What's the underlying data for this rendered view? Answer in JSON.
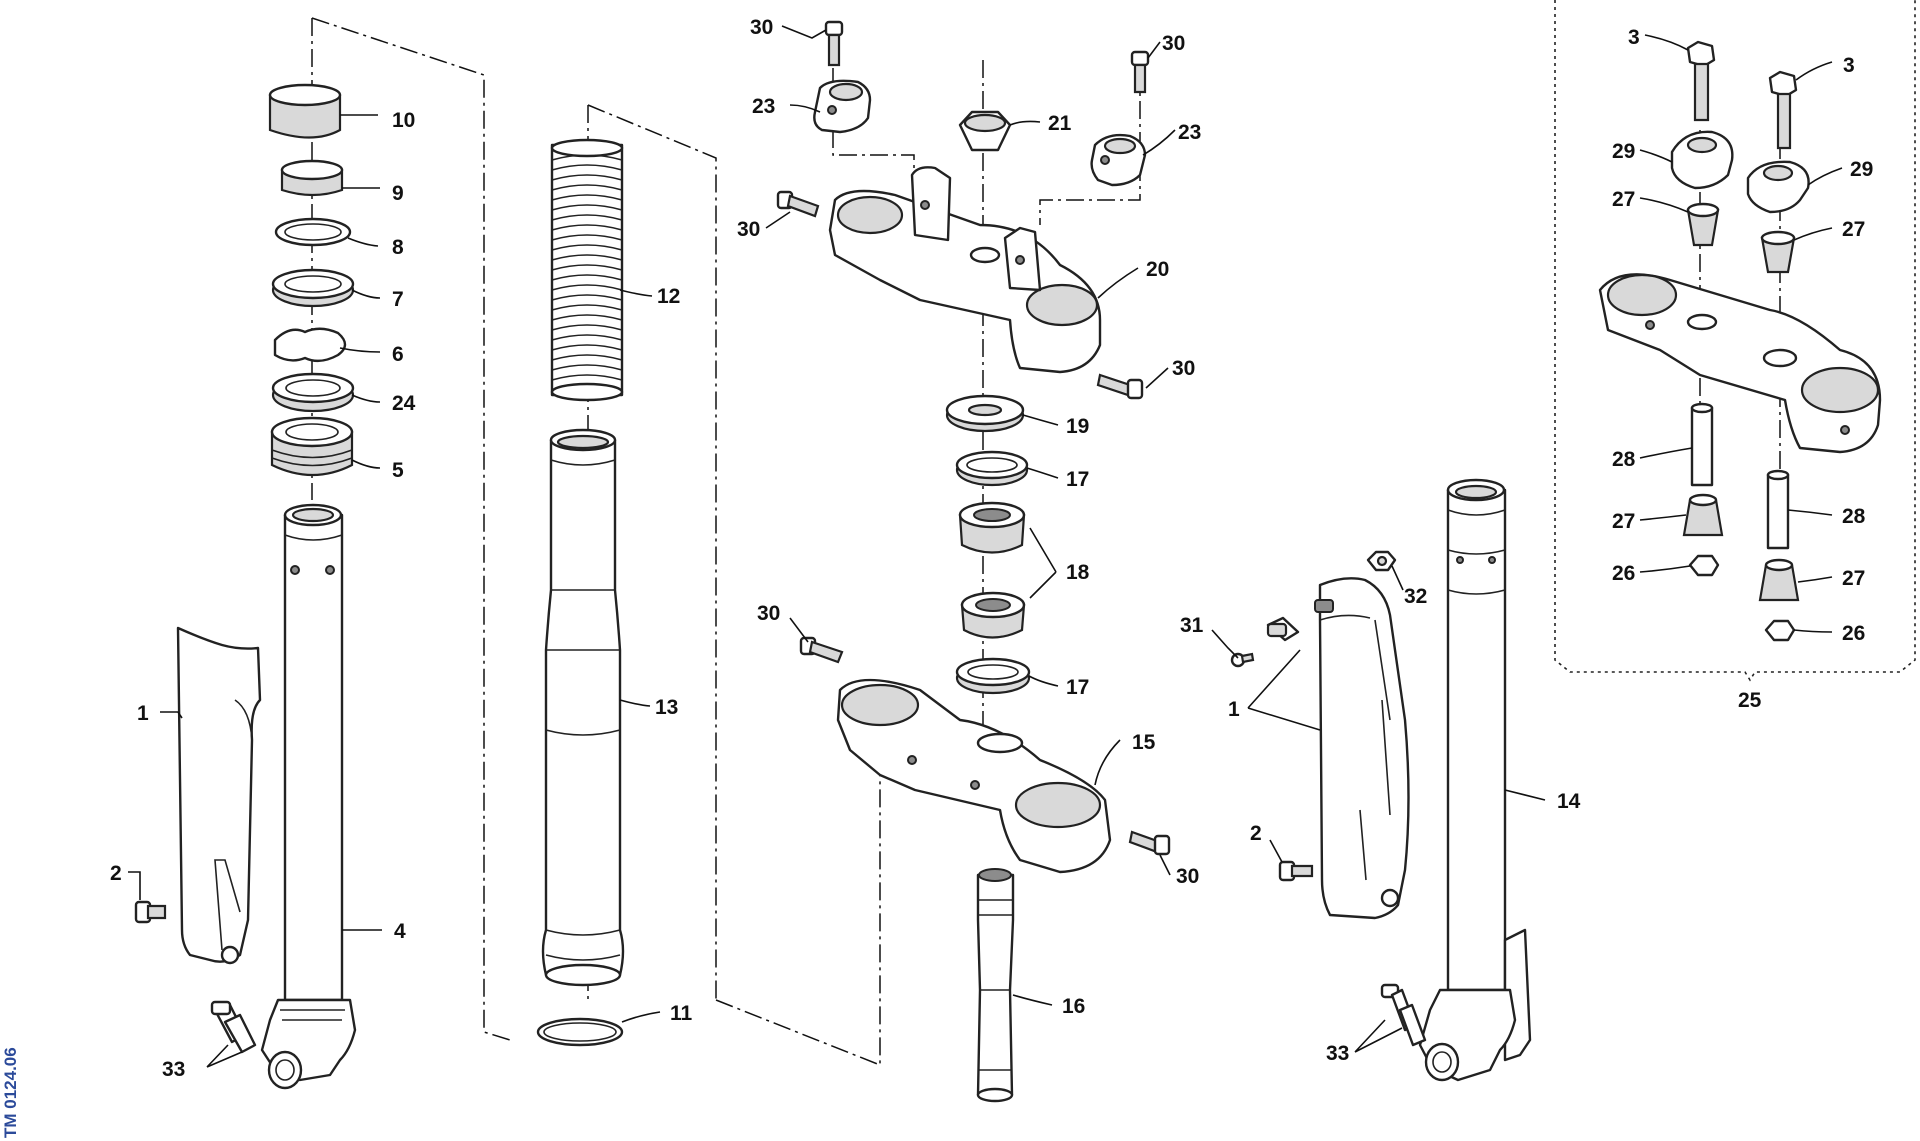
{
  "diagram": {
    "reference_code": "TM 0124.06",
    "callouts": {
      "c1_left": "1",
      "c2_left": "2",
      "c4": "4",
      "c5": "5",
      "c6": "6",
      "c7": "7",
      "c8": "8",
      "c9": "9",
      "c10": "10",
      "c24": "24",
      "c33_left": "33",
      "c11": "11",
      "c12": "12",
      "c13": "13",
      "c30_a": "30",
      "c30_b": "30",
      "c30_c": "30",
      "c30_d": "30",
      "c30_e": "30",
      "c30_f": "30",
      "c23_a": "23",
      "c23_b": "23",
      "c21": "21",
      "c20": "20",
      "c19": "19",
      "c17_a": "17",
      "c18": "18",
      "c17_b": "17",
      "c15": "15",
      "c16": "16",
      "c32": "32",
      "c31": "31",
      "c1_right": "1",
      "c2_right": "2",
      "c33_right": "33",
      "c14": "14",
      "c3_a": "3",
      "c3_b": "3",
      "c29_a": "29",
      "c29_b": "29",
      "c27_a": "27",
      "c27_b": "27",
      "c27_c": "27",
      "c27_d": "27",
      "c28_a": "28",
      "c28_b": "28",
      "c26_a": "26",
      "c26_b": "26",
      "c25": "25"
    }
  }
}
